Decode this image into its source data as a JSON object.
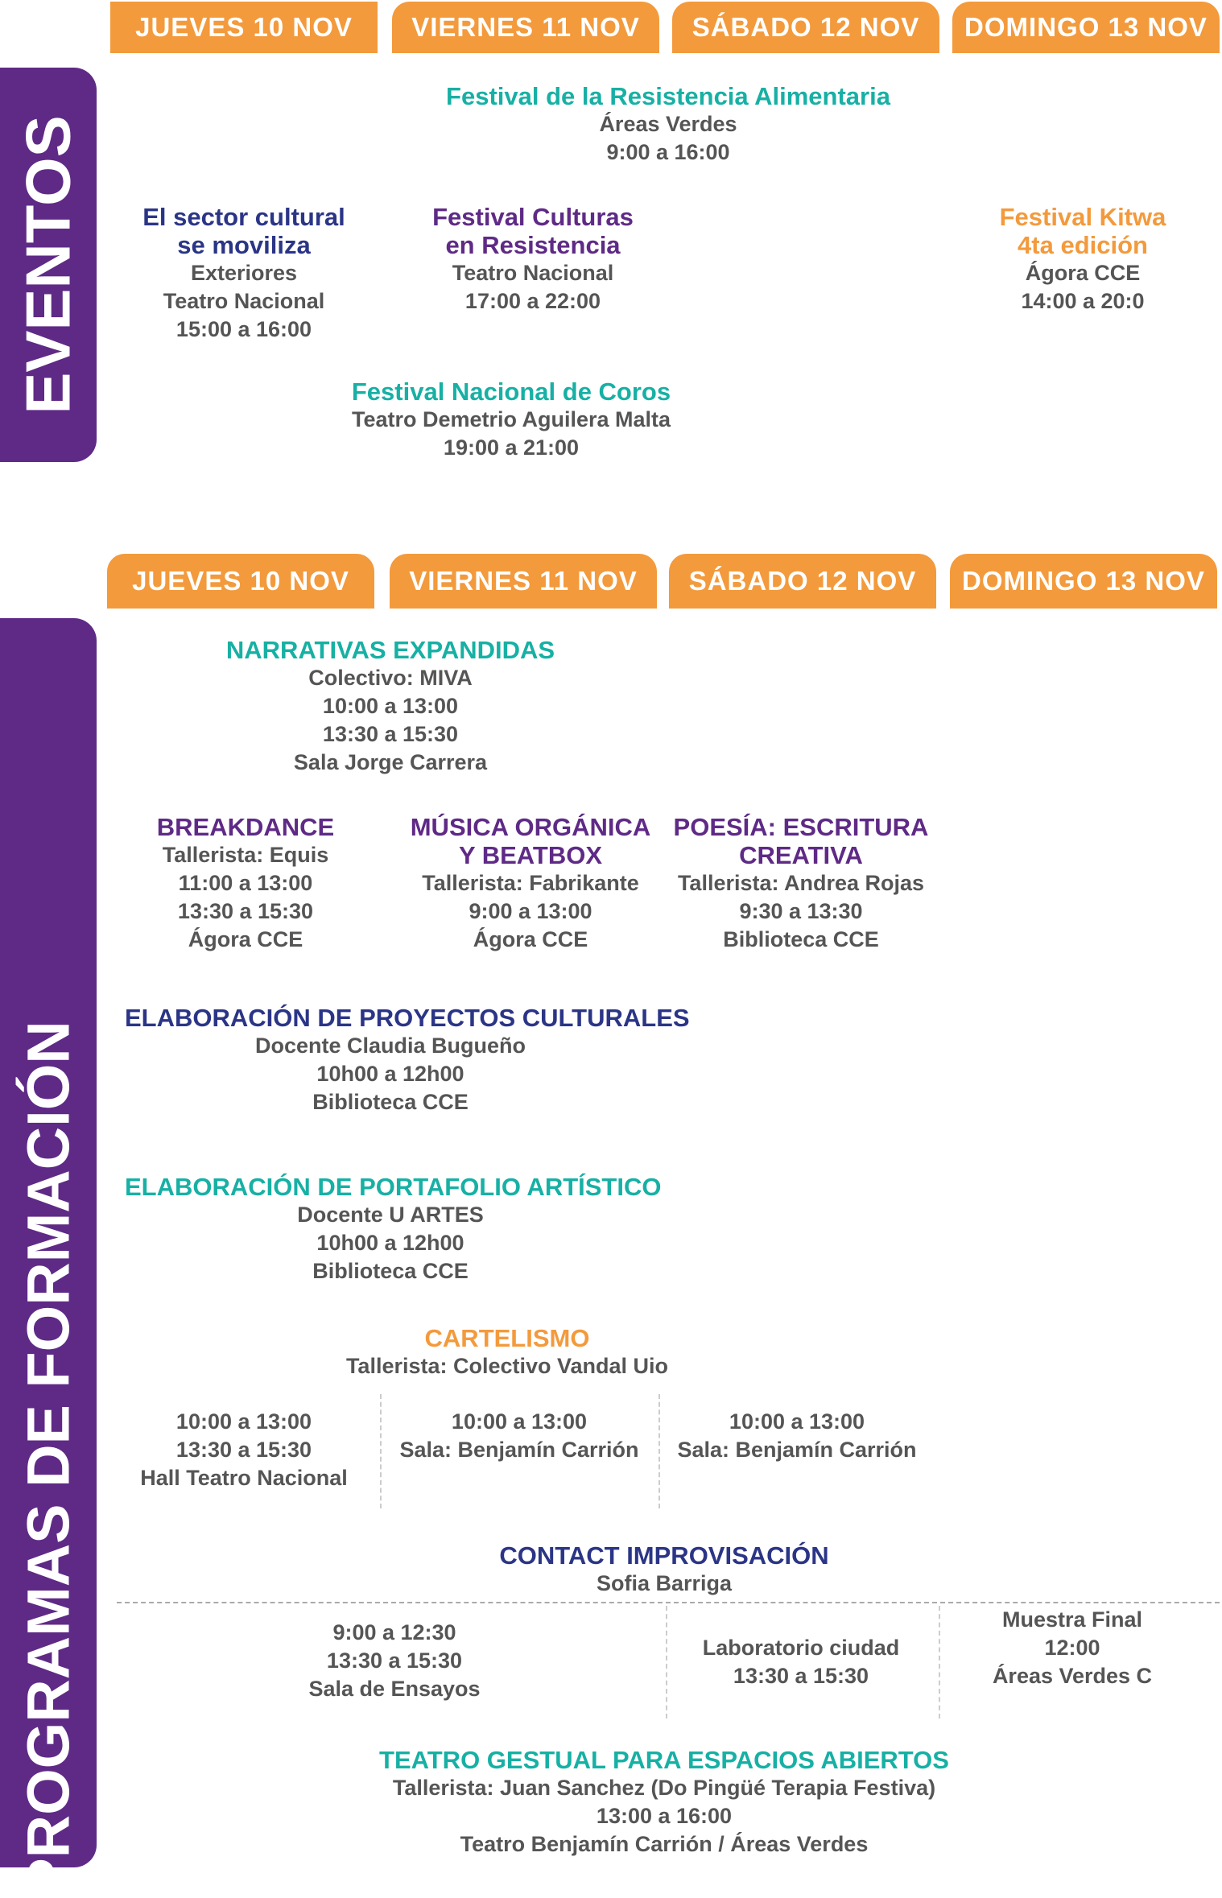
{
  "days": [
    "JUEVES 10 NOV",
    "VIERNES 11 NOV",
    "SÁBADO 12 NOV",
    "DOMINGO 13 NOV"
  ],
  "sections": {
    "eventos": "EVENTOS",
    "formacion": "PROGRAMAS DE FORMACIÓN"
  },
  "colors": {
    "orange": "#f39a3c",
    "purple": "#5f2a86",
    "teal": "#17b0a4",
    "navy": "#2b3586"
  },
  "eventos": [
    {
      "title": "Festival de la Resistencia Alimentaria",
      "lines": [
        "Áreas Verdes",
        "9:00 a 16:00"
      ]
    },
    {
      "title": "El sector cultural",
      "title2": "se moviliza",
      "lines": [
        "Exteriores",
        "Teatro Nacional",
        "15:00 a 16:00"
      ]
    },
    {
      "title": "Festival Culturas",
      "title2": "en Resistencia",
      "lines": [
        "Teatro Nacional",
        "17:00 a 22:00"
      ]
    },
    {
      "title": "Festival Kitwa",
      "title2": "4ta edición",
      "lines": [
        "Ágora CCE",
        "14:00 a 20:0"
      ]
    },
    {
      "title": "Festival Nacional de Coros",
      "lines": [
        "Teatro Demetrio Aguilera Malta",
        "19:00 a 21:00"
      ]
    }
  ],
  "formacion": [
    {
      "title": "NARRATIVAS EXPANDIDAS",
      "lines": [
        "Colectivo: MIVA",
        "10:00 a 13:00",
        "13:30 a 15:30",
        "Sala Jorge Carrera"
      ]
    },
    {
      "title": "BREAKDANCE",
      "lines": [
        "Tallerista: Equis",
        "11:00 a 13:00",
        "13:30 a 15:30",
        "Ágora CCE"
      ]
    },
    {
      "title": "MÚSICA ORGÁNICA",
      "title2": "Y BEATBOX",
      "lines": [
        "Tallerista: Fabrikante",
        "9:00 a 13:00",
        "Ágora CCE"
      ]
    },
    {
      "title": "POESÍA: ESCRITURA",
      "title2": "CREATIVA",
      "lines": [
        "Tallerista: Andrea Rojas",
        "9:30 a 13:30",
        "Biblioteca CCE"
      ]
    },
    {
      "title": "ELABORACIÓN DE PROYECTOS CULTURALES",
      "lines": [
        "Docente Claudia Bugueño",
        "10h00 a 12h00",
        "Biblioteca CCE"
      ]
    },
    {
      "title": "ELABORACIÓN DE PORTAFOLIO ARTÍSTICO",
      "lines": [
        "Docente U ARTES",
        "10h00 a 12h00",
        "Biblioteca CCE"
      ]
    },
    {
      "title": "CARTELISMO",
      "lines": [
        "Tallerista: Colectivo Vandal Uio"
      ]
    },
    {
      "lines": [
        "10:00 a 13:00",
        "13:30 a 15:30",
        "Hall Teatro Nacional"
      ]
    },
    {
      "lines": [
        "10:00 a 13:00",
        "Sala: Benjamín Carrión"
      ]
    },
    {
      "lines": [
        "10:00 a 13:00",
        "Sala: Benjamín Carrión"
      ]
    },
    {
      "title": "CONTACT IMPROVISACIÓN",
      "lines": [
        "Sofia Barriga"
      ]
    },
    {
      "lines": [
        "9:00 a 12:30",
        "13:30 a 15:30",
        "Sala de Ensayos"
      ]
    },
    {
      "lines": [
        "Laboratorio ciudad",
        "13:30 a 15:30"
      ]
    },
    {
      "lines": [
        "Muestra Final",
        "12:00",
        "Áreas Verdes C"
      ]
    },
    {
      "title": "TEATRO GESTUAL PARA ESPACIOS ABIERTOS",
      "lines": [
        "Tallerista: Juan Sanchez (Do Pingüé Terapia Festiva)",
        "13:00 a 16:00",
        "Teatro Benjamín Carrión / Áreas Verdes"
      ]
    }
  ]
}
